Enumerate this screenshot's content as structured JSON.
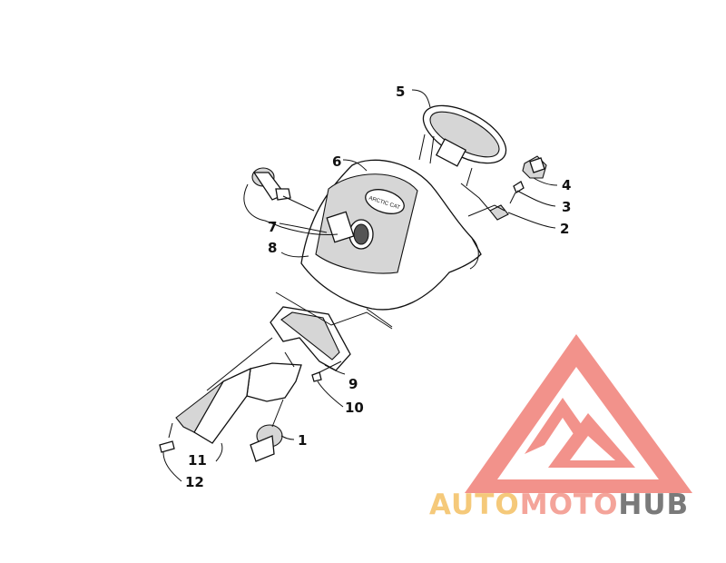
{
  "callouts": [
    {
      "id": "1",
      "label": "1"
    },
    {
      "id": "2",
      "label": "2"
    },
    {
      "id": "3",
      "label": "3"
    },
    {
      "id": "4",
      "label": "4"
    },
    {
      "id": "5",
      "label": "5"
    },
    {
      "id": "6",
      "label": "6"
    },
    {
      "id": "7",
      "label": "7"
    },
    {
      "id": "8",
      "label": "8"
    },
    {
      "id": "9",
      "label": "9"
    },
    {
      "id": "10",
      "label": "10"
    },
    {
      "id": "11",
      "label": "11"
    },
    {
      "id": "12",
      "label": "12"
    }
  ],
  "watermark": {
    "word_part1": "AUTO",
    "word_part2": "MOTO",
    "word_part3": "HUB",
    "colors": {
      "auto": "#f5c97a",
      "moto": "#f4a49a",
      "hub": "#7a7a7a",
      "logo": "#f07f77"
    }
  },
  "panel_emblem": {
    "text": "ARCTIC CAT"
  }
}
